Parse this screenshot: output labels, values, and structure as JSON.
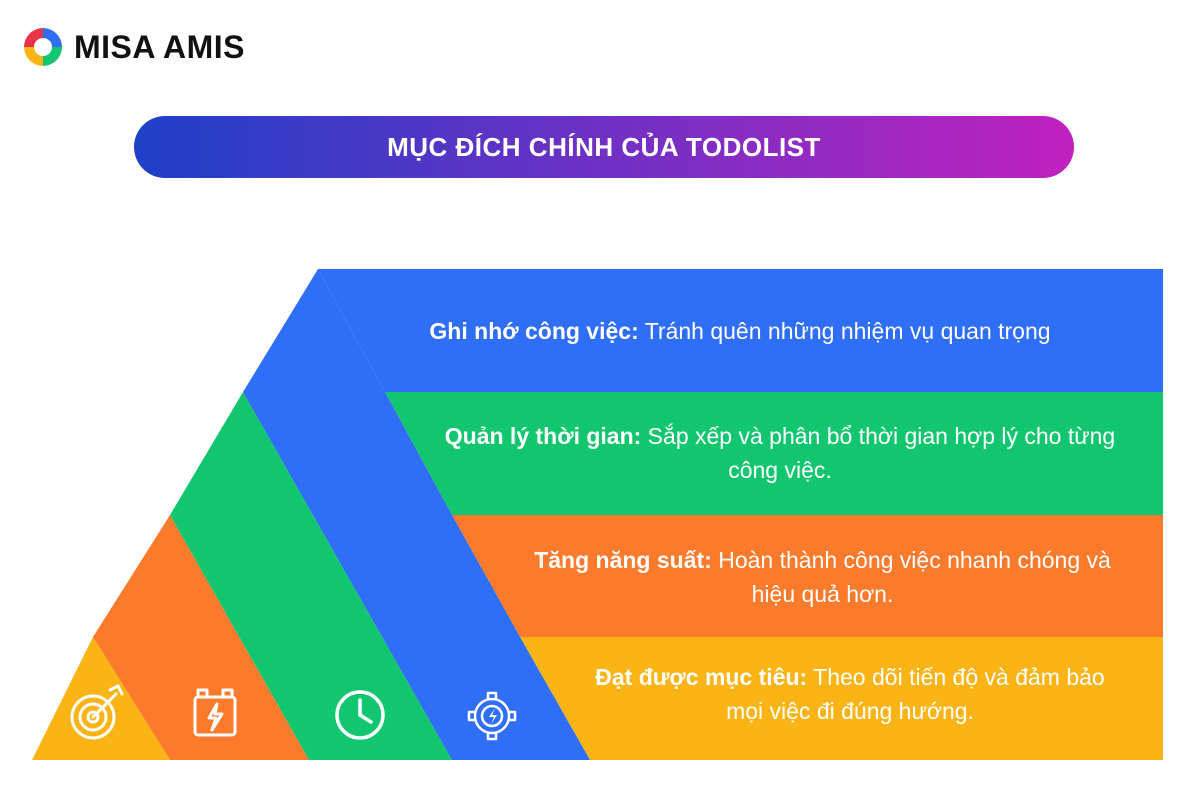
{
  "brand": {
    "name": "MISA AMIS"
  },
  "banner": {
    "title": "MỤC ĐÍCH CHÍNH CỦA TODOLIST",
    "gradient_start": "#1e40c8",
    "gradient_end": "#c021c0"
  },
  "rows": [
    {
      "label": "Ghi nhớ công việc:",
      "text": " Tránh quên những nhiệm vụ quan trọng",
      "color": "#2f6ef6",
      "icon": "gear-bolt-icon"
    },
    {
      "label": "Quản lý thời gian:",
      "text": " Sắp xếp và phân bổ thời gian hợp lý cho từng công việc.",
      "color": "#12c66f",
      "icon": "clock-icon"
    },
    {
      "label": "Tăng năng suất:",
      "text": " Hoàn thành công việc nhanh chóng và hiệu quả hơn.",
      "color": "#fb7a2c",
      "icon": "battery-icon"
    },
    {
      "label": "Đạt được mục tiêu:",
      "text": " Theo dõi tiến độ và đảm bảo mọi việc đi đúng hướng.",
      "color": "#fbb416",
      "icon": "target-icon"
    }
  ]
}
